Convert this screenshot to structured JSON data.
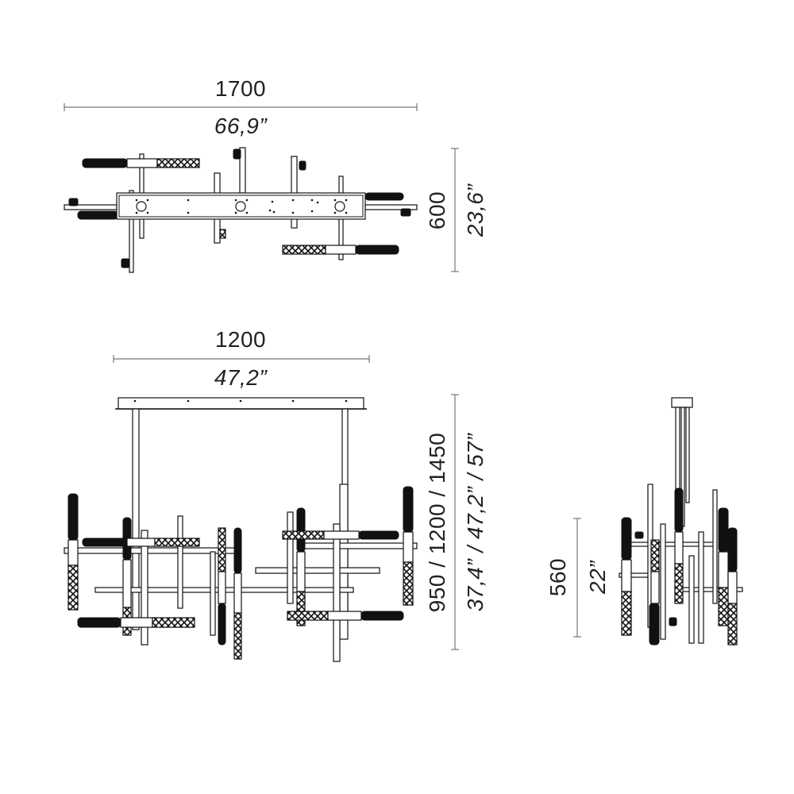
{
  "top_view": {
    "width_mm": "1700",
    "width_in": "66,9”",
    "depth_mm": "600",
    "depth_in": "23,6”"
  },
  "front_view": {
    "width_mm": "1200",
    "width_in": "47,2”",
    "height_mm": "950 / 1200 / 1450",
    "height_in": "37,4” / 47,2” / 57”"
  },
  "side_view": {
    "height_mm": "560",
    "height_in": "22”"
  },
  "colors": {
    "line": "#111111",
    "dimension": "#777777"
  }
}
